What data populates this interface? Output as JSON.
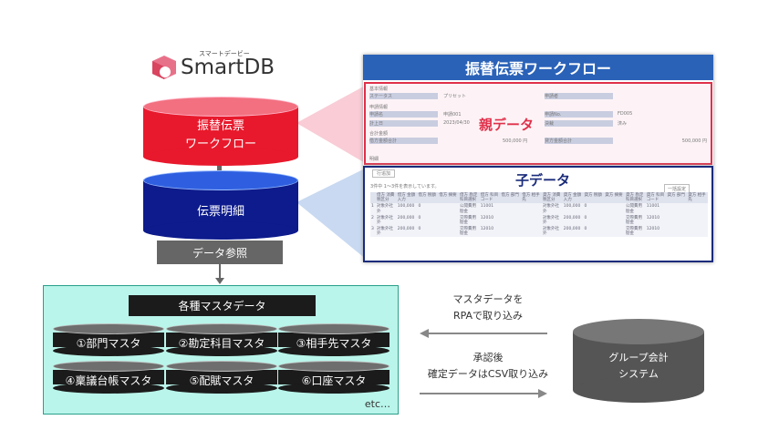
{
  "logo": {
    "kana": "スマートデービー",
    "name": "SmartDB"
  },
  "left": {
    "parent_cylinder": [
      "振替伝票",
      "ワークフロー"
    ],
    "child_cylinder": "伝票明細",
    "reference_label": "データ参照"
  },
  "masters": {
    "title": "各種マスタデータ",
    "items": [
      "①部門マスタ",
      "②勘定科目マスタ",
      "③相手先マスタ",
      "④稟議台帳マスタ",
      "⑤配賦マスタ",
      "⑥口座マスタ"
    ],
    "etc": "etc…"
  },
  "flows": {
    "import_rpa": [
      "マスタデータを",
      "RPAで取り込み"
    ],
    "export_csv": [
      "承認後",
      "確定データはCSV取り込み"
    ]
  },
  "external_system": [
    "グループ会計",
    "システム"
  ],
  "screenshot": {
    "title": "振替伝票ワークフロー",
    "parent_label": "親データ",
    "child_label": "子データ",
    "sections": [
      "基本情報",
      "申請情報",
      "合計金額",
      "明細"
    ],
    "fields": [
      {
        "label": "ステータス",
        "value": "プリセット"
      },
      {
        "label": "申請者",
        "value": ""
      },
      {
        "label": "申請名",
        "value": "申請001"
      },
      {
        "label": "申請No.",
        "value": "FD005"
      },
      {
        "label": "計上日",
        "value": "2023/04/30"
      },
      {
        "label": "決裁",
        "value": "済み"
      },
      {
        "label": "借方金額合計",
        "value": "500,000 円"
      },
      {
        "label": "貸方金額合計",
        "value": "500,000 円"
      }
    ],
    "add_button": "行追加",
    "count_text": "3件中 1～3件を表示しています。",
    "edit_button": "一括設定",
    "table_headers": [
      "借方 消費税区分",
      "借方 金額入力",
      "借方 税額",
      "借方 摘要",
      "借方 勘定科目選択",
      "借方 科目コード",
      "借方 部門",
      "借方 相手先",
      "貸方 消費税区分",
      "貸方 金額入力",
      "貸方 税額",
      "貸方 摘要",
      "貸方 勘定科目選択",
      "貸方 科目コード",
      "貸方 部門",
      "貸方 相手先"
    ],
    "rows": [
      [
        "1",
        "対象外社外",
        "100,000",
        "0",
        "公開費用勘金",
        "11001",
        "対象外社外",
        "100,000",
        "0",
        "公開費用勘金",
        "11001"
      ],
      [
        "2",
        "対象外社外",
        "200,000",
        "0",
        "交際費用勘金",
        "12010",
        "対象外社外",
        "200,000",
        "0",
        "交際費用勘金",
        "12010"
      ],
      [
        "3",
        "対象外社外",
        "200,000",
        "0",
        "交際費用勘金",
        "12010",
        "対象外社外",
        "200,000",
        "0",
        "交際費用勘金",
        "12010"
      ]
    ]
  },
  "colors": {
    "red": "#e8192c",
    "navy": "#0d1b8c",
    "teal": "#b9f5ea",
    "gray": "#5a5a5a",
    "pink": "#f7bfcc",
    "lightblue": "#c2d5f0"
  }
}
